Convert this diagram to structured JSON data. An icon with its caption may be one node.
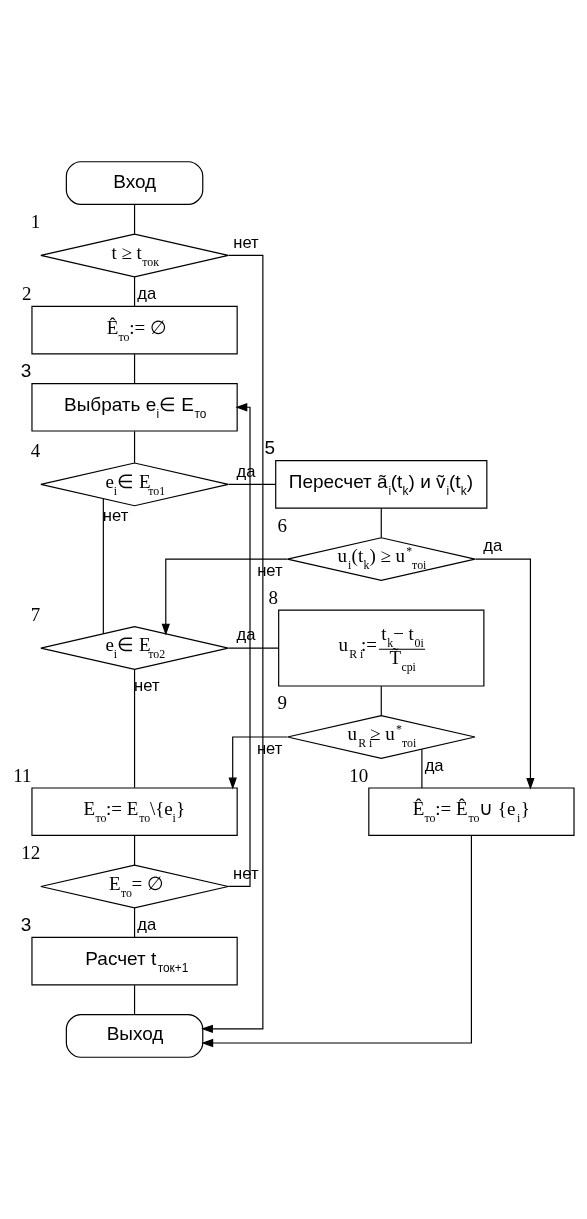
{
  "diagram": {
    "nodes": [
      {
        "text": [
          "Вход"
        ]
      },
      {
        "text": [
          "t ≥ t$_{ток}$"
        ],
        "beside": [
          "1"
        ]
      },
      {
        "text": [
          "Ê$_{то}$:= ∅"
        ],
        "beside": [
          "2"
        ]
      },
      {
        "text": [
          "Выбрать e$_{i}$∈ E$_{то}$"
        ],
        "beside": [
          "3"
        ]
      },
      {
        "text": [
          "e$_{i}$∈ E$_{то1}$"
        ],
        "beside": [
          "4"
        ]
      },
      {
        "text": [
          "Пересчет ã$_{i}$(t$_{k}$) и ṽ$_{i}$(t$_{k}$)"
        ],
        "beside": [
          "5"
        ]
      },
      {
        "text": [
          "u$_{i}$(t$_{k}$) ≥ u$^{*}$$_{тоi}$"
        ],
        "beside": [
          "6"
        ]
      },
      {
        "text": [
          "e$_{i}$∈ E$_{то2}$"
        ],
        "beside": [
          "7"
        ]
      },
      {
        "text": [
          "u$_{R i}$:=",
          "t$_{k}$− t$_{0i}$",
          "T̃$_{срi}$"
        ],
        "beside": [
          "8"
        ]
      },
      {
        "text": [
          "u$_{R i}$≥ u$^{*}$$_{тоi}$"
        ],
        "beside": [
          "9"
        ]
      },
      {
        "text": [
          "Ê$_{то}$:= Ê$_{то}$∪ {e$_{i}$}"
        ],
        "beside": [
          "10"
        ]
      },
      {
        "text": [
          "E$_{то}$:= E$_{то}$\\{e$_{i}$}"
        ],
        "beside": [
          "11"
        ]
      },
      {
        "text": [
          "E$_{то}$= ∅"
        ],
        "beside": [
          "12"
        ]
      },
      {
        "text": [
          "Расчет t$_{ток+1}$"
        ],
        "beside": [
          "3"
        ]
      },
      {
        "text": [
          "Выход"
        ]
      }
    ],
    "edges": [
      {
        "from": 0,
        "to": 1,
        "arrow": "none"
      },
      {
        "from": 1,
        "to": 2,
        "arrow": "none",
        "label": "да"
      },
      {
        "from": 1,
        "to": 14,
        "arrow": "to",
        "label": "нет"
      },
      {
        "from": 2,
        "to": 3,
        "arrow": "none"
      },
      {
        "from": 3,
        "to": 4,
        "arrow": "none"
      },
      {
        "from": 4,
        "to": 5,
        "arrow": "none",
        "label": "да"
      },
      {
        "from": 4,
        "to": 7,
        "arrow": "none",
        "label": "нет"
      },
      {
        "from": 5,
        "to": 6,
        "arrow": "none"
      },
      {
        "from": 6,
        "to": 7,
        "arrow": "to",
        "label": "нет"
      },
      {
        "from": 6,
        "to": 10,
        "arrow": "to",
        "label": "да"
      },
      {
        "from": 7,
        "to": 8,
        "arrow": "none",
        "label": "да"
      },
      {
        "from": 7,
        "to": 11,
        "arrow": "none",
        "label": "нет"
      },
      {
        "from": 8,
        "to": 9,
        "arrow": "none"
      },
      {
        "from": 9,
        "to": 11,
        "arrow": "to",
        "label": "нет"
      },
      {
        "from": 9,
        "to": 10,
        "arrow": "none",
        "label": "да"
      },
      {
        "from": 11,
        "to": 12,
        "arrow": "none"
      },
      {
        "from": 12,
        "to": 13,
        "arrow": "none",
        "label": "да"
      },
      {
        "from": 12,
        "to": 3,
        "arrow": "to",
        "label": "нет"
      },
      {
        "from": 13,
        "to": 14,
        "arrow": "none"
      },
      {
        "from": 10,
        "to": 14,
        "arrow": "to"
      }
    ]
  }
}
